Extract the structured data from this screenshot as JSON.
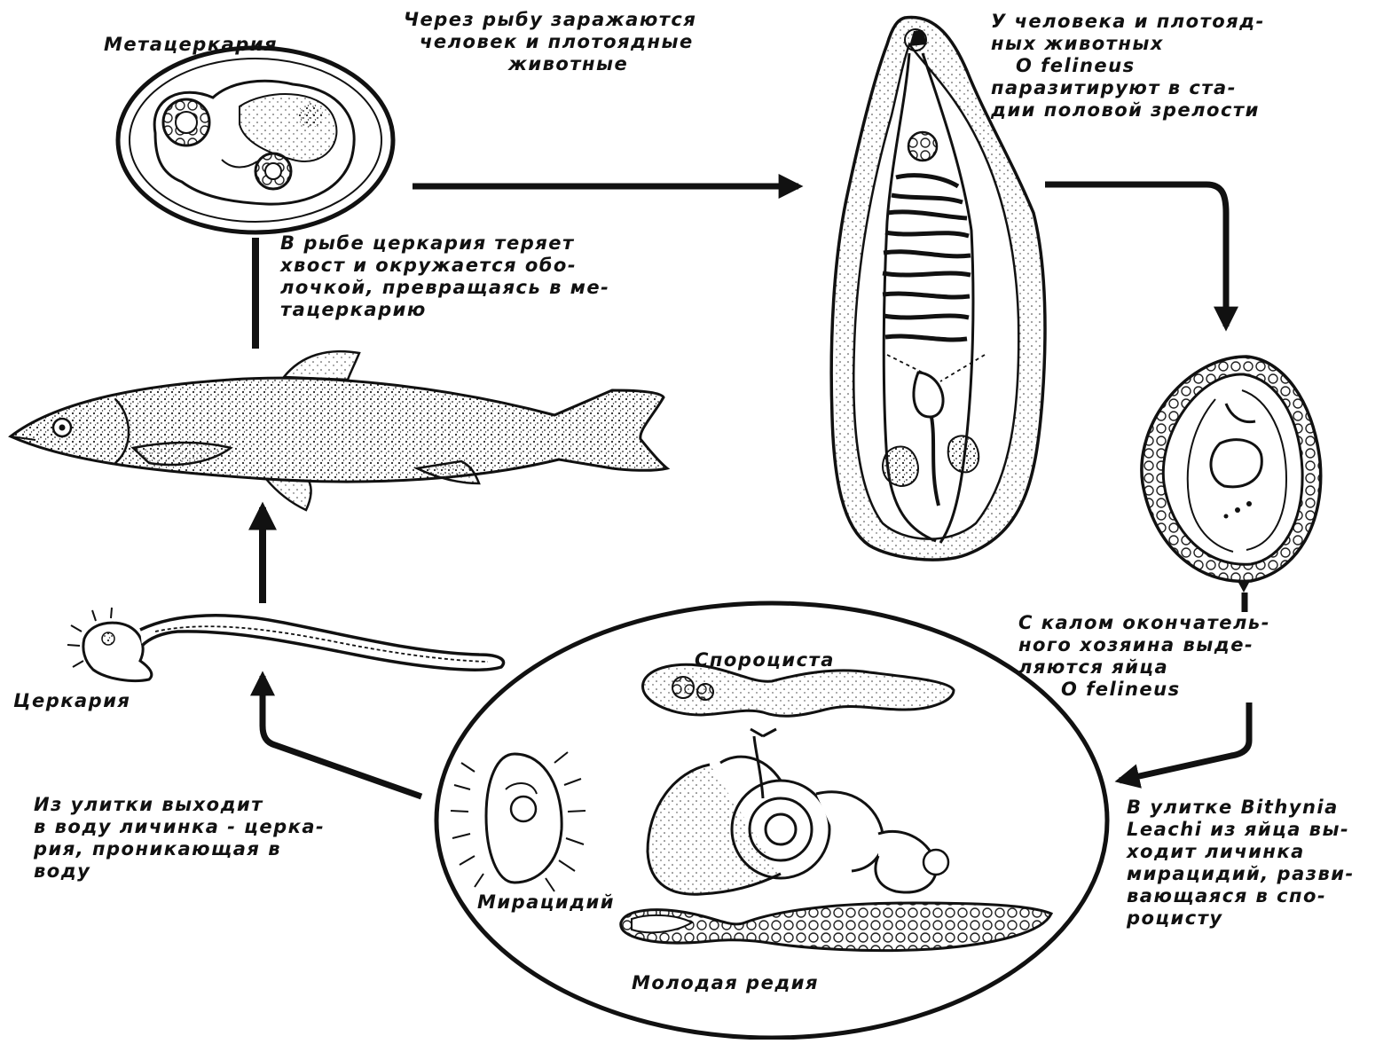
{
  "labels": {
    "metacercaria": "Метацеркария",
    "fish_infection": [
      "Через рыбу заражаются",
      "человек и плотоядные",
      "животные"
    ],
    "adult_stage": [
      "У человека и плотояд-",
      "ных животных",
      "O felineus",
      "паразитируют в ста-",
      "дии половой зрелости"
    ],
    "in_fish": [
      "В рыбе церкария теряет",
      "хвост и окружается обо-",
      "лочкой, превращаясь в ме-",
      "тацеркарию"
    ],
    "eggs": [
      "С калом окончатель-",
      "ного хозяина выде-",
      "ляются яйца",
      "O felineus"
    ],
    "sporocyst": "Спороциста",
    "cercaria": "Церкария",
    "cercaria_exit": [
      "Из улитки выходит",
      "в воду личинка - церка-",
      "рия, проникающая в",
      "воду"
    ],
    "snail": [
      "В улитке Bithynia",
      "Leachi из яйца вы-",
      "ходит личинка",
      "мирацидий, разви-",
      "вающаяся в спо-",
      "роцисту"
    ],
    "miracidium": "Мирацидий",
    "young_redia": "Молодая редия"
  },
  "colors": {
    "ink": "#111111",
    "paper": "#ffffff",
    "stipple": "#2a2a2a"
  }
}
